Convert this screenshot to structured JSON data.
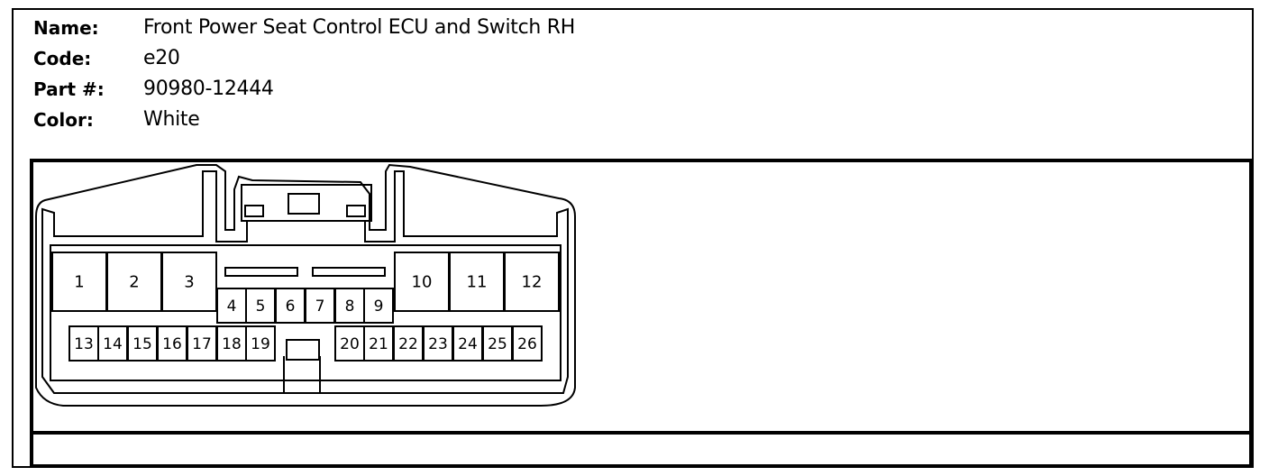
{
  "header": {
    "name_label": "Name:",
    "name_value": "Front Power Seat Control ECU and Switch RH",
    "code_label": "Code:",
    "code_value": "e20",
    "part_label": "Part #:",
    "part_value": "90980-12444",
    "color_label": "Color:",
    "color_value": "White"
  },
  "connector": {
    "pins": [
      "1",
      "2",
      "3",
      "4",
      "5",
      "6",
      "7",
      "8",
      "9",
      "10",
      "11",
      "12",
      "13",
      "14",
      "15",
      "16",
      "17",
      "18",
      "19",
      "20",
      "21",
      "22",
      "23",
      "24",
      "25",
      "26"
    ]
  }
}
